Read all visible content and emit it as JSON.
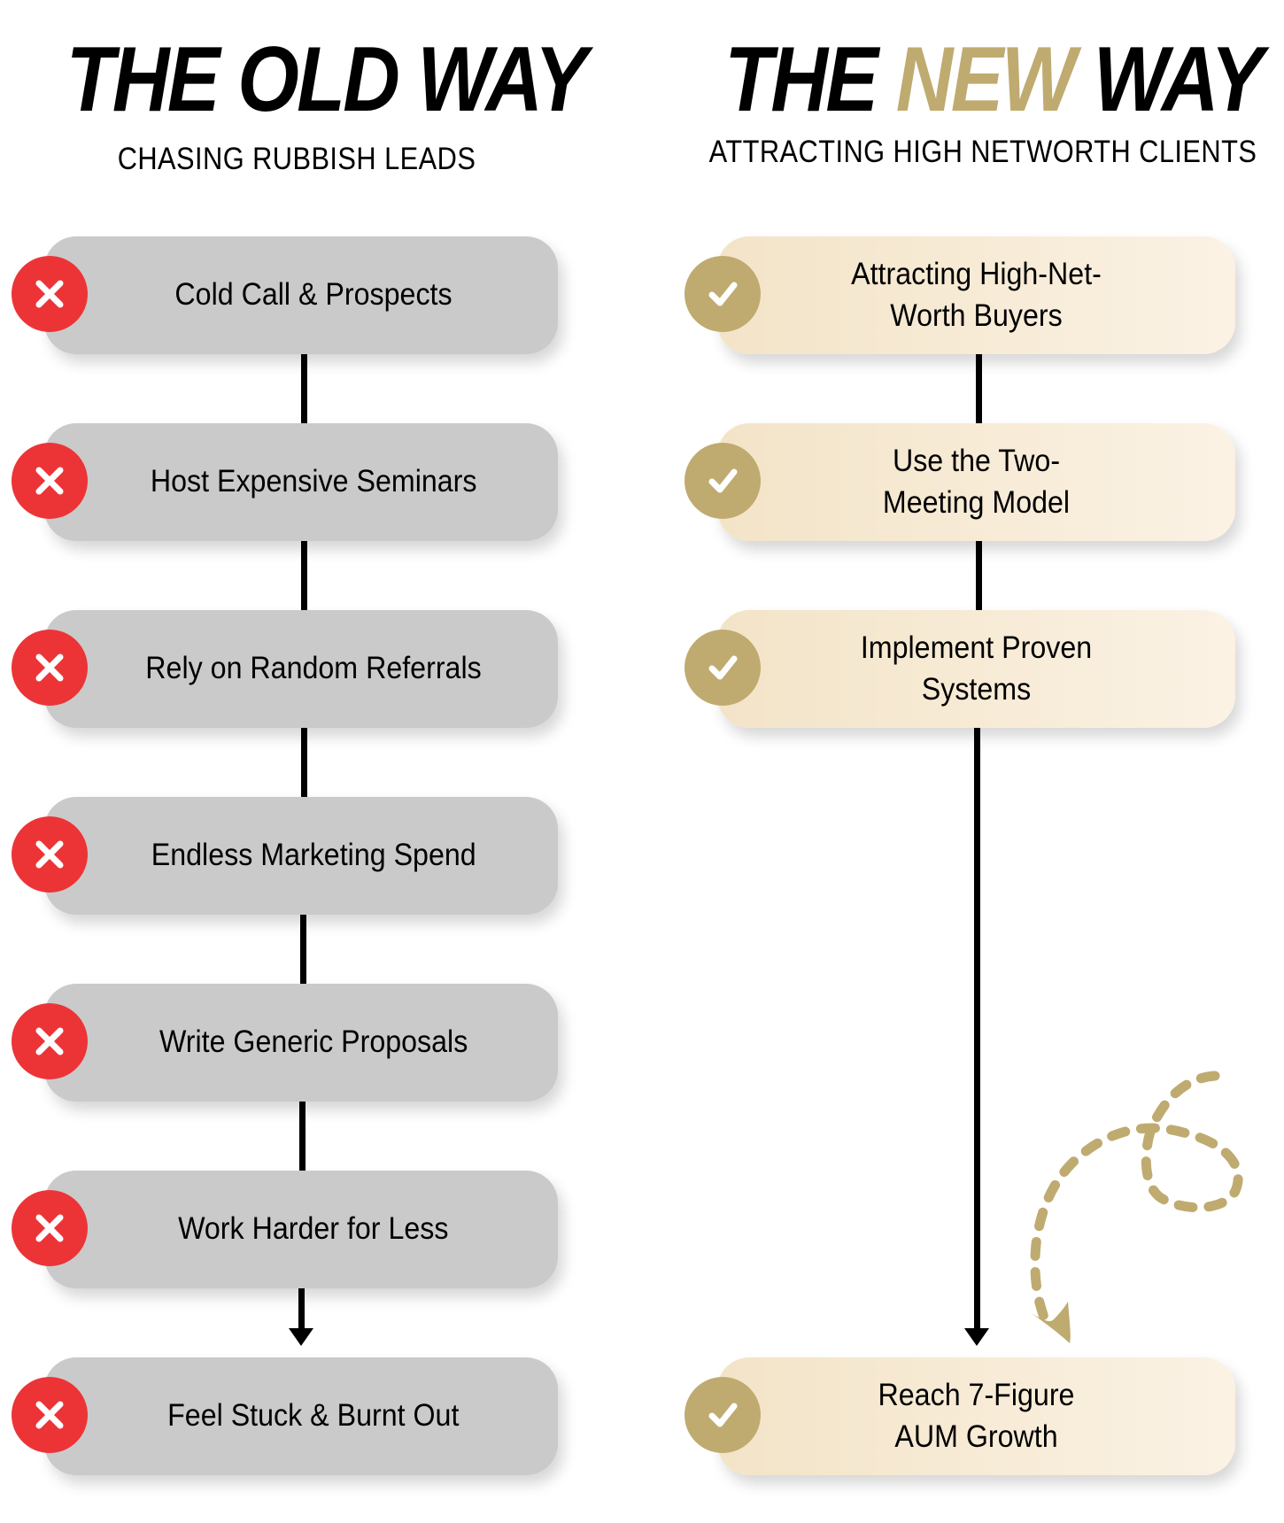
{
  "old_way": {
    "title": "THE OLD WAY",
    "subtitle": "CHASING RUBBISH LEADS",
    "badge_icon": "x-icon",
    "badge_color": "#ec3437",
    "card_color": "#cacaca",
    "steps": [
      "Cold Call & Prospects",
      "Host Expensive Seminars",
      "Rely on Random Referrals",
      "Endless Marketing Spend",
      "Write Generic Proposals",
      "Work Harder for Less",
      "Feel Stuck & Burnt Out"
    ]
  },
  "new_way": {
    "title_part1": "THE",
    "title_accent": "NEW",
    "title_part2": "WAY",
    "subtitle": "ATTRACTING HIGH NETWORTH CLIENTS",
    "badge_icon": "check-icon",
    "accent_color": "#bfab70",
    "card_color": "#f5e8d0",
    "steps": [
      "Attracting High-Net-Worth Buyers",
      "Use the Two-Meeting Model",
      "Implement Proven Systems",
      "Reach 7-Figure AUM Growth"
    ]
  }
}
